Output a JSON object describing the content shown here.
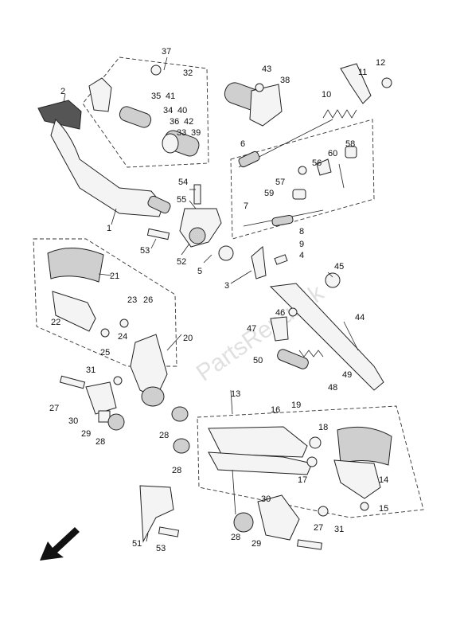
{
  "watermark": "PartsRepublik",
  "callouts": [
    "37",
    "32",
    "35",
    "41",
    "34",
    "40",
    "36",
    "42",
    "33",
    "39",
    "2",
    "1",
    "43",
    "38",
    "10",
    "11",
    "12",
    "6",
    "60",
    "58",
    "57",
    "56",
    "59",
    "54",
    "55",
    "53",
    "52",
    "5",
    "7",
    "8",
    "9",
    "4",
    "3",
    "21",
    "23",
    "26",
    "22",
    "25",
    "24",
    "20",
    "45",
    "46",
    "44",
    "47",
    "50",
    "49",
    "48",
    "31",
    "27",
    "30",
    "29",
    "28",
    "13",
    "16",
    "19",
    "18",
    "17",
    "14",
    "15",
    "51"
  ],
  "icons": {
    "direction": "front-arrow-icon"
  }
}
